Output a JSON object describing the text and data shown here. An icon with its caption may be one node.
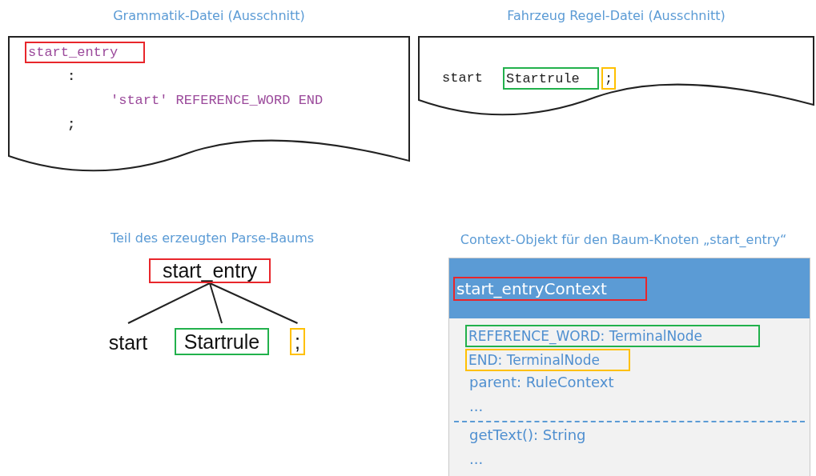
{
  "diagram": {
    "nodes": [
      {
        "text": [
          "Grammatik-Datei (Ausschnitt)",
          ":",
          "'start' REFERENCE_WORD END",
          ";"
        ]
      },
      {
        "text": [
          "start_entry"
        ],
        "in": 0
      },
      {
        "text": [
          "Fahrzeug Regel-Datei (Ausschnitt)",
          "start"
        ]
      },
      {
        "text": [
          "Startrule"
        ],
        "in": 2
      },
      {
        "text": [
          ";"
        ],
        "in": 2
      },
      {
        "text": [
          "start_entry"
        ]
      },
      {
        "text": [
          "start"
        ]
      },
      {
        "text": [
          "Startrule"
        ]
      },
      {
        "text": [
          ";"
        ]
      },
      {
        "text": [
          "Context-Objekt für den Baum-Knoten „start_entry“",
          "parent: RuleContext",
          "...",
          "getText(): String",
          "..."
        ]
      },
      {
        "text": [
          "start_entryContext"
        ],
        "in": 9
      },
      {
        "text": [
          "REFERENCE_WORD: TerminalNode"
        ],
        "in": 9
      },
      {
        "text": [
          "END: TerminalNode"
        ],
        "in": 9
      }
    ],
    "edges": [
      {
        "from": 5,
        "to": 6,
        "arrow": "none"
      },
      {
        "from": 5,
        "to": 7,
        "arrow": "none"
      },
      {
        "from": 5,
        "to": 8,
        "arrow": "none"
      }
    ],
    "labels": [
      "Teil des erzeugten Parse-Baums"
    ]
  }
}
